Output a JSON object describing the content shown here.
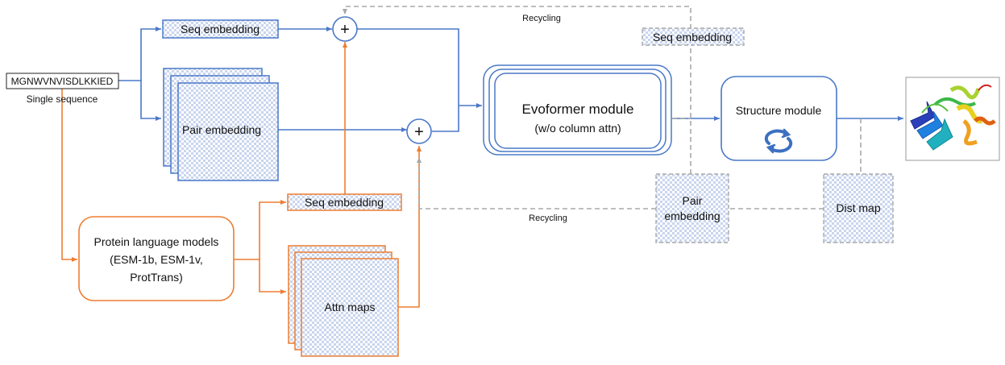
{
  "input": {
    "sequence": "MGNWVNVISDLKKIED",
    "caption": "Single sequence"
  },
  "labels": {
    "seq_embedding_top": "Seq embedding",
    "pair_embedding": "Pair embedding",
    "seq_embedding_plm": "Seq embedding",
    "attn_maps": "Attn maps",
    "plm_line1": "Protein language models",
    "plm_line2": "(ESM-1b, ESM-1v,",
    "plm_line3": "ProtTrans)",
    "evoformer_line1": "Evoformer module",
    "evoformer_line2": "(w/o column attn)",
    "structure_module": "Structure module",
    "recycle_seq_embedding": "Seq embedding",
    "recycle_pair_line1": "Pair",
    "recycle_pair_line2": "embedding",
    "dist_map": "Dist map",
    "recycling_top": "Recycling",
    "recycling_bottom": "Recycling",
    "plus": "+"
  },
  "colors": {
    "blue": "#4a78c8",
    "orange": "#ee7d31",
    "gray": "#a8a8a8",
    "checker": "#c9d5ee"
  }
}
